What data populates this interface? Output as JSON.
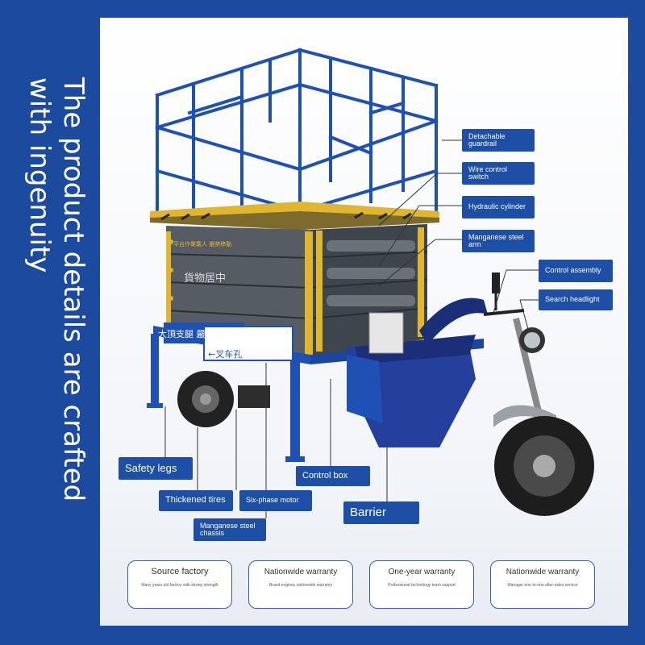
{
  "headline": "The product details are crafted with ingenuity",
  "colors": {
    "frame": "#1c4a9e",
    "machine_blue": "#1f51b4",
    "label_bg": "#1d4fa6",
    "deck_yellow": "#e0b630"
  },
  "machine_sign": {
    "line1": "平台作業載人 嚴禁移動",
    "line2": "貨物居中",
    "line3": "大頂支腿 嚴禁使用",
    "line4": "←叉车孔"
  },
  "labels": {
    "detachable_guardrail": "Detachable guardrail",
    "wire_control_switch": "Wire control switch",
    "hydraulic_cylinder": "Hydraulic cylinder",
    "manganese_steel_arm": "Manganese steel arm",
    "control_assembly": "Control assembly",
    "search_headlight": "Search headlight",
    "safety_legs": "Safety legs",
    "control_box": "Control box",
    "thickened_tires": "Thickened tires",
    "six_phase_motor": "Six-phase motor",
    "barrier": "Barrier",
    "manganese_steel_chassis": "Manganese steel chassis"
  },
  "features": [
    {
      "title": "Source factory",
      "subtitle": "Many years old factory with strong strength"
    },
    {
      "title": "Nationwide warranty",
      "subtitle": "Brand engines nationwide warranty"
    },
    {
      "title": "One-year warranty",
      "subtitle": "Professional technology team support"
    },
    {
      "title": "Nationwide warranty",
      "subtitle": "Manager one-to-one after-sales service"
    }
  ]
}
